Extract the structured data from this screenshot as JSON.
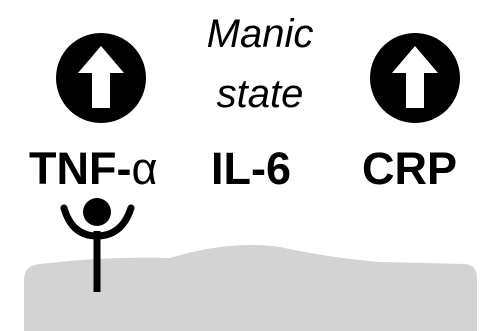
{
  "state": {
    "line1": "Manic",
    "line2": "state"
  },
  "markers": {
    "tnf_prefix": "TNF-",
    "tnf_greek": "α",
    "il6": "IL-6",
    "crp": "CRP"
  },
  "icons": {
    "left": "arrow-up-circle-icon",
    "right": "arrow-up-circle-icon",
    "receptor": "receptor-icon"
  },
  "colors": {
    "icon_fill": "#000000",
    "arrow": "#ffffff",
    "text": "#000000",
    "membrane": "#d3d3d3"
  }
}
